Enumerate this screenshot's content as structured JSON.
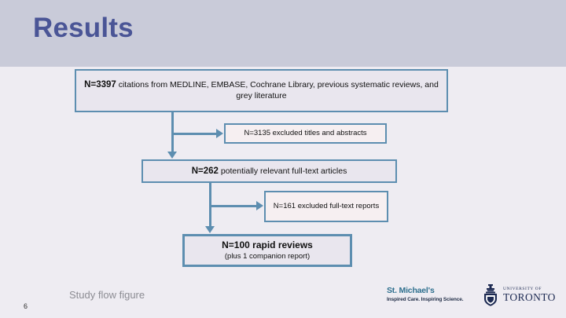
{
  "slide": {
    "title": "Results",
    "page_number": "6",
    "caption": "Study flow figure",
    "header_color": "#c9cbd9",
    "title_color": "#4a5596",
    "body_background": "#eeecf2"
  },
  "flow": {
    "accent_color": "#5d8eb0",
    "node_fill": "#e9e6ee",
    "excluded_fill": "#f6eff1",
    "nodes": [
      {
        "id": "sources",
        "strong": "N=3397",
        "text": " citations from MEDLINE, EMBASE, Cochrane Library, previous systematic reviews, and grey literature",
        "count": 3397
      },
      {
        "id": "excluded-titles",
        "text": "N=3135 excluded titles and abstracts",
        "count": 3135
      },
      {
        "id": "fulltext",
        "strong": "N=262",
        "text": " potentially relevant full-text articles",
        "count": 262
      },
      {
        "id": "excluded-fulltext",
        "text": "N=161 excluded full-text reports",
        "count": 161
      },
      {
        "id": "rapid-reviews",
        "line_main": "N=100 rapid reviews",
        "line_sub": "(plus 1 companion report)",
        "count": 100
      }
    ]
  },
  "logos": {
    "st_michaels": {
      "name": "St. Michael's",
      "tagline": "Inspired Care. Inspiring Science.",
      "color": "#2e6f8e"
    },
    "uoft": {
      "small": "UNIVERSITY OF",
      "big": "TORONTO",
      "color": "#1d2a52"
    }
  }
}
